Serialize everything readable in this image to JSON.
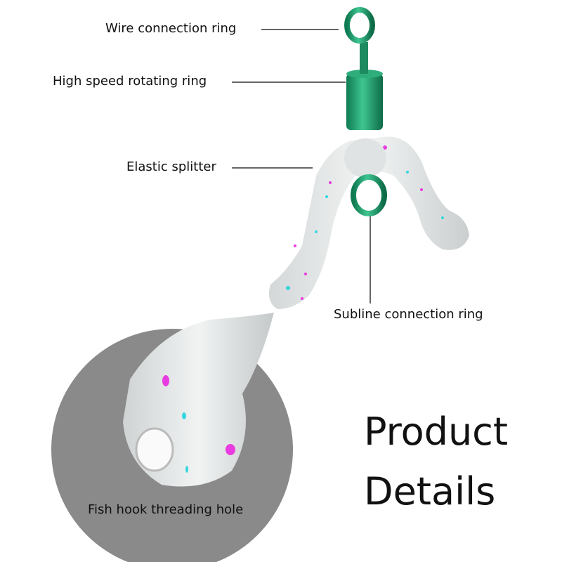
{
  "labels": {
    "wire_ring": "Wire connection ring",
    "rotating_ring": "High speed rotating ring",
    "splitter": "Elastic splitter",
    "subline_ring": "Subline connection ring",
    "hook_hole": "Fish hook threading hole"
  },
  "title": {
    "line1": "Product",
    "line2": "Details"
  },
  "colors": {
    "ring_green": "#1f9e6e",
    "circle_gray": "#8a8a8a",
    "dot_magenta": "#e83ce0",
    "dot_cyan": "#34d6e0"
  }
}
